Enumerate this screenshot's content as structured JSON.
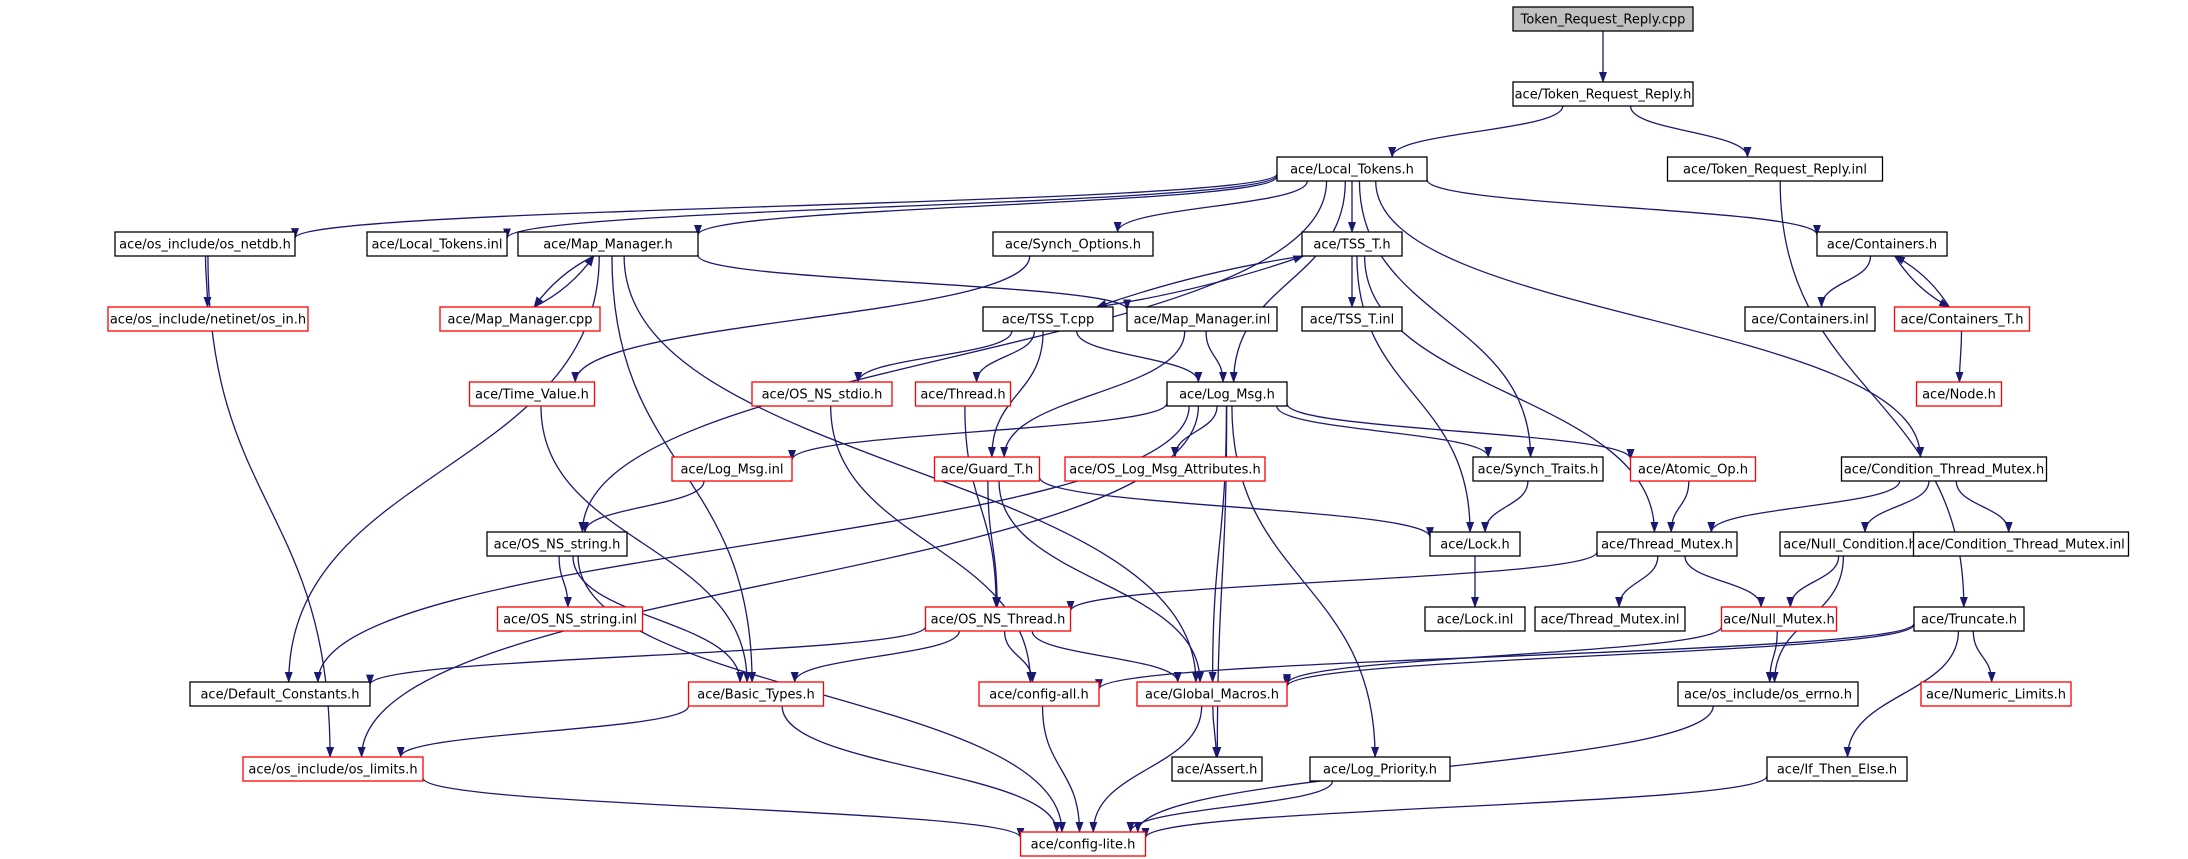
{
  "graph": {
    "colors": {
      "edge": "#191970",
      "border": "#000000",
      "border_incomplete": "#ff0000",
      "root_fill": "#c0c0c0",
      "fill": "#ffffff"
    },
    "nodes": [
      {
        "id": "root",
        "label": "Token_Request_Reply.cpp",
        "style": "root"
      },
      {
        "id": "trr_h",
        "label": "ace/Token_Request_Reply.h",
        "style": "normal"
      },
      {
        "id": "local_tokens_h",
        "label": "ace/Local_Tokens.h",
        "style": "normal"
      },
      {
        "id": "trr_inl",
        "label": "ace/Token_Request_Reply.inl",
        "style": "normal"
      },
      {
        "id": "os_netdb_h",
        "label": "ace/os_include/os_netdb.h",
        "style": "normal"
      },
      {
        "id": "local_tokens_inl",
        "label": "ace/Local_Tokens.inl",
        "style": "normal"
      },
      {
        "id": "map_manager_h",
        "label": "ace/Map_Manager.h",
        "style": "normal"
      },
      {
        "id": "synch_options_h",
        "label": "ace/Synch_Options.h",
        "style": "normal"
      },
      {
        "id": "tss_t_h",
        "label": "ace/TSS_T.h",
        "style": "normal"
      },
      {
        "id": "containers_h",
        "label": "ace/Containers.h",
        "style": "normal"
      },
      {
        "id": "os_in_h",
        "label": "ace/os_include/netinet/os_in.h",
        "style": "incomplete"
      },
      {
        "id": "map_manager_cpp",
        "label": "ace/Map_Manager.cpp",
        "style": "incomplete"
      },
      {
        "id": "tss_t_cpp",
        "label": "ace/TSS_T.cpp",
        "style": "normal"
      },
      {
        "id": "map_manager_inl",
        "label": "ace/Map_Manager.inl",
        "style": "normal"
      },
      {
        "id": "tss_t_inl",
        "label": "ace/TSS_T.inl",
        "style": "normal"
      },
      {
        "id": "containers_inl",
        "label": "ace/Containers.inl",
        "style": "normal"
      },
      {
        "id": "containers_t_h",
        "label": "ace/Containers_T.h",
        "style": "incomplete"
      },
      {
        "id": "time_value_h",
        "label": "ace/Time_Value.h",
        "style": "incomplete"
      },
      {
        "id": "os_ns_stdio_h",
        "label": "ace/OS_NS_stdio.h",
        "style": "incomplete"
      },
      {
        "id": "thread_h",
        "label": "ace/Thread.h",
        "style": "incomplete"
      },
      {
        "id": "log_msg_h",
        "label": "ace/Log_Msg.h",
        "style": "normal"
      },
      {
        "id": "node_h",
        "label": "ace/Node.h",
        "style": "incomplete"
      },
      {
        "id": "log_msg_inl",
        "label": "ace/Log_Msg.inl",
        "style": "incomplete"
      },
      {
        "id": "guard_t_h",
        "label": "ace/Guard_T.h",
        "style": "incomplete"
      },
      {
        "id": "os_log_msg_attr_h",
        "label": "ace/OS_Log_Msg_Attributes.h",
        "style": "incomplete"
      },
      {
        "id": "synch_traits_h",
        "label": "ace/Synch_Traits.h",
        "style": "normal"
      },
      {
        "id": "atomic_op_h",
        "label": "ace/Atomic_Op.h",
        "style": "incomplete"
      },
      {
        "id": "cond_thread_mutex_h",
        "label": "ace/Condition_Thread_Mutex.h",
        "style": "normal"
      },
      {
        "id": "os_ns_string_h",
        "label": "ace/OS_NS_string.h",
        "style": "normal"
      },
      {
        "id": "lock_h",
        "label": "ace/Lock.h",
        "style": "normal"
      },
      {
        "id": "thread_mutex_h",
        "label": "ace/Thread_Mutex.h",
        "style": "normal"
      },
      {
        "id": "null_condition_h",
        "label": "ace/Null_Condition.h",
        "style": "normal"
      },
      {
        "id": "cond_thread_mutex_inl",
        "label": "ace/Condition_Thread_Mutex.inl",
        "style": "normal"
      },
      {
        "id": "os_ns_string_inl",
        "label": "ace/OS_NS_string.inl",
        "style": "incomplete"
      },
      {
        "id": "os_ns_thread_h",
        "label": "ace/OS_NS_Thread.h",
        "style": "incomplete"
      },
      {
        "id": "lock_inl",
        "label": "ace/Lock.inl",
        "style": "normal"
      },
      {
        "id": "thread_mutex_inl",
        "label": "ace/Thread_Mutex.inl",
        "style": "normal"
      },
      {
        "id": "null_mutex_h",
        "label": "ace/Null_Mutex.h",
        "style": "incomplete"
      },
      {
        "id": "truncate_h",
        "label": "ace/Truncate.h",
        "style": "normal"
      },
      {
        "id": "default_constants_h",
        "label": "ace/Default_Constants.h",
        "style": "normal"
      },
      {
        "id": "basic_types_h",
        "label": "ace/Basic_Types.h",
        "style": "incomplete"
      },
      {
        "id": "config_all_h",
        "label": "ace/config-all.h",
        "style": "incomplete"
      },
      {
        "id": "global_macros_h",
        "label": "ace/Global_Macros.h",
        "style": "incomplete"
      },
      {
        "id": "os_errno_h",
        "label": "ace/os_include/os_errno.h",
        "style": "normal"
      },
      {
        "id": "numeric_limits_h",
        "label": "ace/Numeric_Limits.h",
        "style": "incomplete"
      },
      {
        "id": "os_limits_h",
        "label": "ace/os_include/os_limits.h",
        "style": "incomplete"
      },
      {
        "id": "assert_h",
        "label": "ace/Assert.h",
        "style": "normal"
      },
      {
        "id": "log_priority_h",
        "label": "ace/Log_Priority.h",
        "style": "normal"
      },
      {
        "id": "if_then_else_h",
        "label": "ace/If_Then_Else.h",
        "style": "normal"
      },
      {
        "id": "config_lite_h",
        "label": "ace/config-lite.h",
        "style": "incomplete"
      }
    ],
    "edges": [
      [
        "root",
        "trr_h"
      ],
      [
        "trr_h",
        "local_tokens_h"
      ],
      [
        "trr_h",
        "trr_inl"
      ],
      [
        "trr_inl",
        "truncate_h"
      ],
      [
        "local_tokens_h",
        "os_netdb_h"
      ],
      [
        "local_tokens_h",
        "local_tokens_inl"
      ],
      [
        "local_tokens_h",
        "map_manager_h"
      ],
      [
        "local_tokens_h",
        "synch_options_h"
      ],
      [
        "local_tokens_h",
        "tss_t_h"
      ],
      [
        "local_tokens_h",
        "containers_h"
      ],
      [
        "local_tokens_h",
        "os_ns_string_h"
      ],
      [
        "local_tokens_h",
        "log_msg_h"
      ],
      [
        "local_tokens_h",
        "synch_traits_h"
      ],
      [
        "local_tokens_h",
        "cond_thread_mutex_h"
      ],
      [
        "os_netdb_h",
        "os_in_h"
      ],
      [
        "os_netdb_h",
        "os_limits_h"
      ],
      [
        "map_manager_h",
        "map_manager_cpp"
      ],
      [
        "map_manager_h",
        "map_manager_inl"
      ],
      [
        "map_manager_h",
        "default_constants_h"
      ],
      [
        "map_manager_h",
        "basic_types_h"
      ],
      [
        "map_manager_h",
        "global_macros_h"
      ],
      [
        "map_manager_cpp",
        "map_manager_h"
      ],
      [
        "synch_options_h",
        "time_value_h"
      ],
      [
        "tss_t_h",
        "tss_t_cpp"
      ],
      [
        "tss_t_h",
        "tss_t_inl"
      ],
      [
        "tss_t_h",
        "lock_h"
      ],
      [
        "tss_t_h",
        "thread_mutex_h"
      ],
      [
        "tss_t_cpp",
        "tss_t_h"
      ],
      [
        "tss_t_cpp",
        "os_ns_stdio_h"
      ],
      [
        "tss_t_cpp",
        "thread_h"
      ],
      [
        "tss_t_cpp",
        "log_msg_h"
      ],
      [
        "tss_t_cpp",
        "guard_t_h"
      ],
      [
        "map_manager_inl",
        "log_msg_h"
      ],
      [
        "map_manager_inl",
        "guard_t_h"
      ],
      [
        "containers_h",
        "containers_inl"
      ],
      [
        "containers_h",
        "containers_t_h"
      ],
      [
        "containers_t_h",
        "containers_h"
      ],
      [
        "containers_t_h",
        "node_h"
      ],
      [
        "time_value_h",
        "basic_types_h"
      ],
      [
        "os_ns_stdio_h",
        "config_all_h"
      ],
      [
        "thread_h",
        "os_ns_thread_h"
      ],
      [
        "log_msg_h",
        "log_msg_inl"
      ],
      [
        "log_msg_h",
        "os_log_msg_attr_h"
      ],
      [
        "log_msg_h",
        "synch_traits_h"
      ],
      [
        "log_msg_h",
        "atomic_op_h"
      ],
      [
        "log_msg_h",
        "default_constants_h"
      ],
      [
        "log_msg_h",
        "os_limits_h"
      ],
      [
        "log_msg_h",
        "global_macros_h"
      ],
      [
        "log_msg_h",
        "assert_h"
      ],
      [
        "log_msg_h",
        "log_priority_h"
      ],
      [
        "log_msg_inl",
        "os_ns_string_h"
      ],
      [
        "guard_t_h",
        "lock_h"
      ],
      [
        "guard_t_h",
        "os_ns_thread_h"
      ],
      [
        "guard_t_h",
        "global_macros_h"
      ],
      [
        "synch_traits_h",
        "lock_h"
      ],
      [
        "atomic_op_h",
        "thread_mutex_h"
      ],
      [
        "cond_thread_mutex_h",
        "thread_mutex_h"
      ],
      [
        "cond_thread_mutex_h",
        "null_condition_h"
      ],
      [
        "cond_thread_mutex_h",
        "cond_thread_mutex_inl"
      ],
      [
        "os_ns_string_h",
        "os_ns_string_inl"
      ],
      [
        "os_ns_string_h",
        "basic_types_h"
      ],
      [
        "os_ns_string_h",
        "config_lite_h"
      ],
      [
        "lock_h",
        "lock_inl"
      ],
      [
        "thread_mutex_h",
        "os_ns_thread_h"
      ],
      [
        "thread_mutex_h",
        "thread_mutex_inl"
      ],
      [
        "thread_mutex_h",
        "null_mutex_h"
      ],
      [
        "null_condition_h",
        "null_mutex_h"
      ],
      [
        "null_condition_h",
        "os_errno_h"
      ],
      [
        "null_mutex_h",
        "global_macros_h"
      ],
      [
        "null_mutex_h",
        "os_errno_h"
      ],
      [
        "os_ns_thread_h",
        "default_constants_h"
      ],
      [
        "os_ns_thread_h",
        "basic_types_h"
      ],
      [
        "os_ns_thread_h",
        "config_all_h"
      ],
      [
        "os_ns_thread_h",
        "global_macros_h"
      ],
      [
        "truncate_h",
        "config_all_h"
      ],
      [
        "truncate_h",
        "global_macros_h"
      ],
      [
        "truncate_h",
        "numeric_limits_h"
      ],
      [
        "truncate_h",
        "if_then_else_h"
      ],
      [
        "basic_types_h",
        "os_limits_h"
      ],
      [
        "basic_types_h",
        "config_lite_h"
      ],
      [
        "config_all_h",
        "config_lite_h"
      ],
      [
        "global_macros_h",
        "assert_h"
      ],
      [
        "global_macros_h",
        "config_lite_h"
      ],
      [
        "os_errno_h",
        "config_lite_h"
      ],
      [
        "os_limits_h",
        "config_lite_h"
      ],
      [
        "log_priority_h",
        "config_lite_h"
      ],
      [
        "if_then_else_h",
        "config_lite_h"
      ]
    ]
  }
}
